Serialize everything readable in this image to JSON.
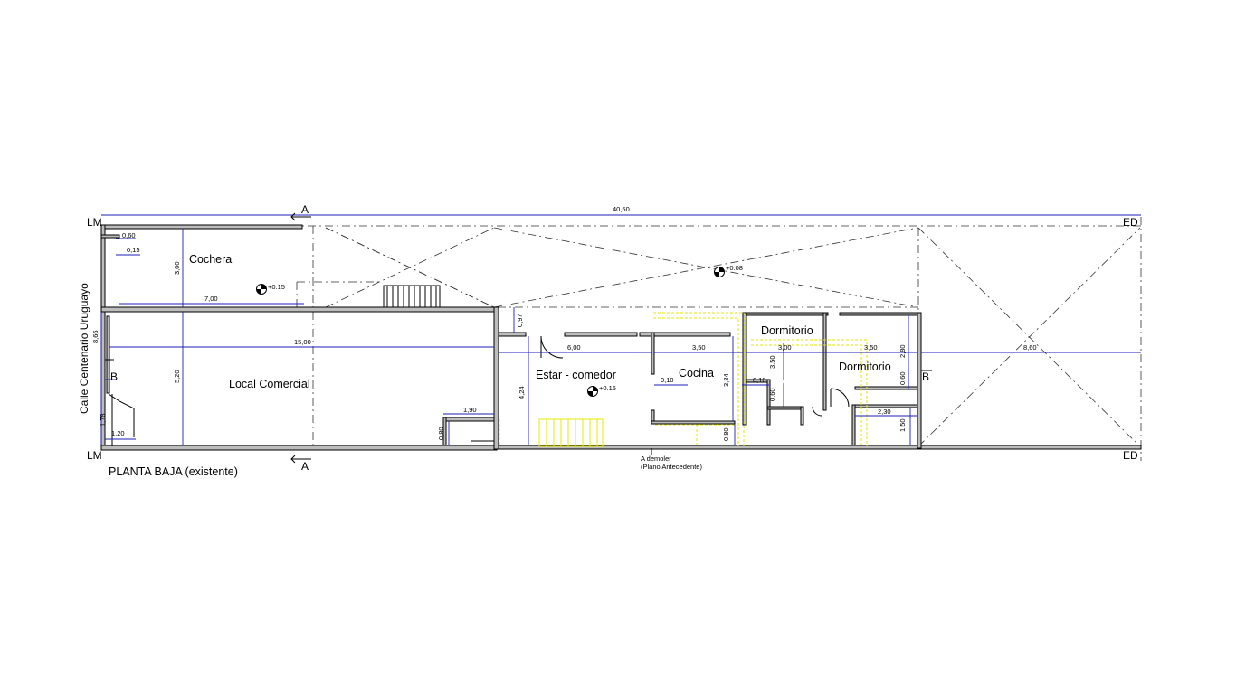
{
  "drawing": {
    "title": "PLANTA BAJA (existente)",
    "street": "Calle Centenario Uruguayo",
    "markers": {
      "lm_top": "LM",
      "lm_bottom": "LM",
      "ed_top": "ED",
      "ed_bottom": "ED",
      "section_a_top": "A",
      "section_a_bottom": "A",
      "section_b_left": "B",
      "section_b_right": "B"
    },
    "rooms": {
      "cochera": "Cochera",
      "local": "Local Comercial",
      "estar": "Estar - comedor",
      "cocina": "Cocina",
      "dormitorio1": "Dormitorio",
      "dormitorio2": "Dormitorio"
    },
    "levels": {
      "cochera": "+0.15",
      "patio": "+0.08",
      "estar": "+0.15"
    },
    "dimensions": {
      "total_length": "40,50",
      "d060_top": "0,60",
      "d015": "0,15",
      "d300_cochera": "3,00",
      "d700": "7,00",
      "d866": "8,66",
      "d1500": "15,00",
      "d520": "5,20",
      "d178": "1,78",
      "d120": "1,20",
      "d190": "1,90",
      "d080_local": "0,80",
      "d097": "0,97",
      "d600": "6,00",
      "d424": "4,24",
      "d350_cocina": "3,50",
      "d010_a": "0,10",
      "d334": "3,34",
      "d080_cocina": "0,80",
      "d300_dorm": "3,00",
      "d350_v": "3,50",
      "d010_b": "0,10",
      "d060_v": "0,60",
      "d350_dorm": "3,50",
      "d280": "2,80",
      "d060_r": "0,60",
      "d230": "2,30",
      "d150": "1,50",
      "d860": "8,60"
    },
    "notes": {
      "demoler_1": "A demoler",
      "demoler_2": "(Plano Antecedente)"
    }
  }
}
